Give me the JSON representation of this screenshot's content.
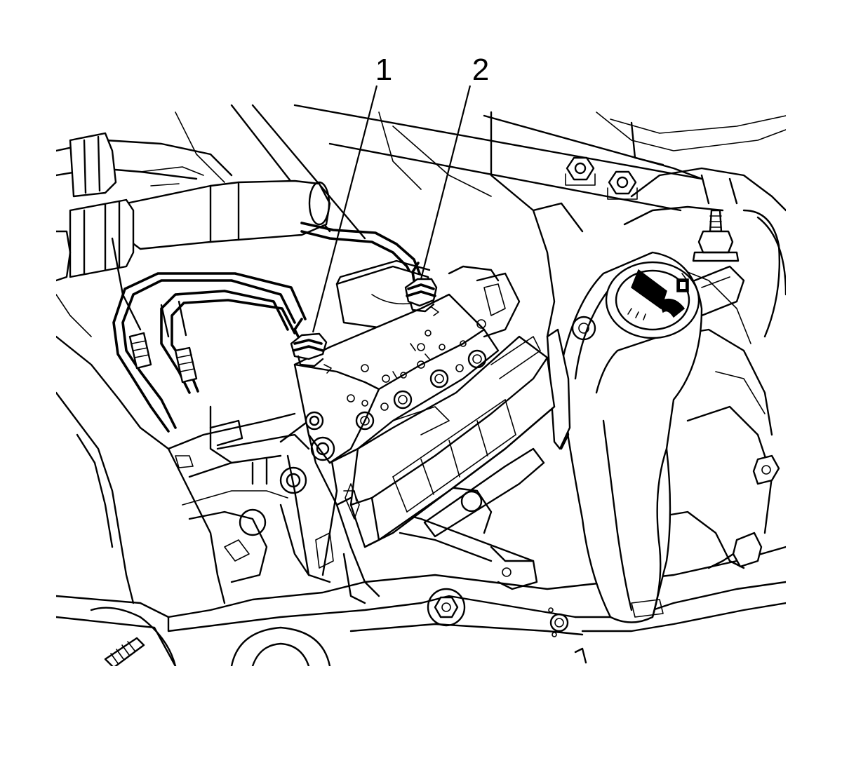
{
  "callouts": [
    {
      "label": "1",
      "target": "brake-pipe-fitting-1"
    },
    {
      "label": "2",
      "target": "brake-pipe-fitting-2"
    }
  ]
}
